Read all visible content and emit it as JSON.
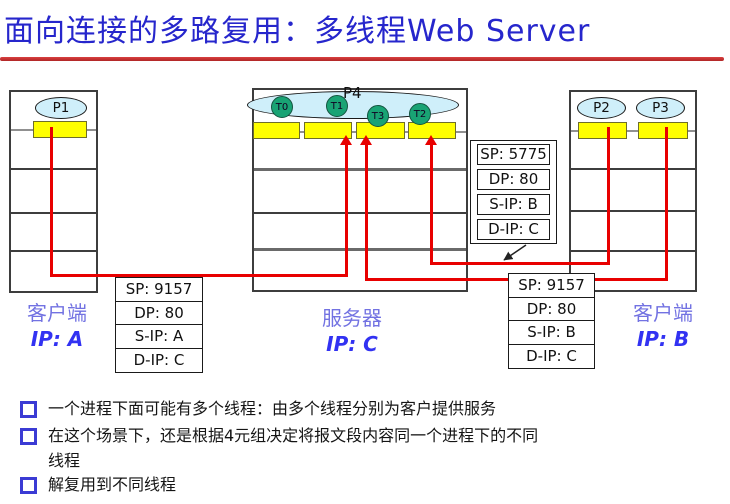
{
  "slide": {
    "title": "面向连接的多路复用：多线程Web Server"
  },
  "hosts": {
    "client_a": {
      "role_label": "客户端",
      "ip_label": "IP: A",
      "process": "P1"
    },
    "server": {
      "role_label": "服务器",
      "ip_label": "IP: C",
      "process": "P4",
      "threads": [
        "T0",
        "T1",
        "T3",
        "T2"
      ]
    },
    "client_b": {
      "role_label": "客户端",
      "ip_label": "IP: B",
      "processes": [
        "P2",
        "P3"
      ]
    }
  },
  "packet_headers": {
    "p2_connection": {
      "rows": [
        "SP: 5775",
        "DP: 80",
        "S-IP: B",
        "D-IP: C"
      ]
    },
    "p1_connection": {
      "rows": [
        "SP: 9157",
        "DP: 80",
        "S-IP: A",
        "D-IP: C"
      ]
    },
    "p3_connection": {
      "rows": [
        "SP: 9157",
        "DP: 80",
        "S-IP: B",
        "D-IP: C"
      ]
    }
  },
  "bullets": [
    "一个进程下面可能有多个线程：由多个线程分别为客户提供服务",
    "在这个场景下，还是根据4元组决定将报文段内容同一个进程下的不同线程",
    "解复用到不同线程"
  ],
  "colors": {
    "title_blue": "#2626cc",
    "underline_red": "#b02626",
    "connection_red": "#e80000",
    "socket_yellow": "#ffff00",
    "thread_green": "#19a374",
    "process_cyan": "#cfeffa",
    "role_label_blue": "#7272e2",
    "ip_label_blue": "#3232f2"
  }
}
